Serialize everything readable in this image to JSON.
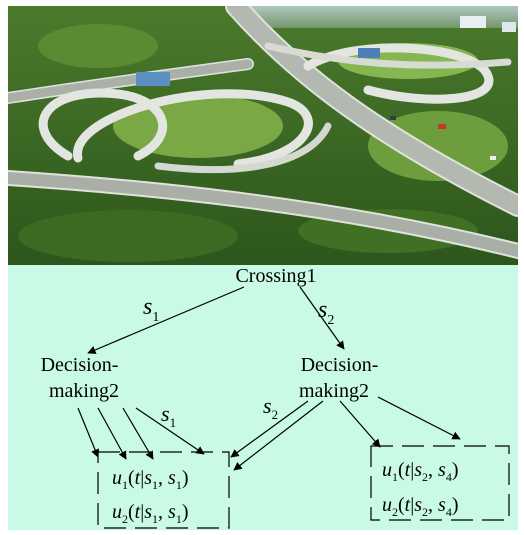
{
  "tree": {
    "root": "Crossing1",
    "edge_labels": {
      "left": {
        "base": "s",
        "sub": "1"
      },
      "right": {
        "base": "s",
        "sub": "2"
      },
      "inner_left": {
        "base": "s",
        "sub": "1"
      },
      "inner_right": {
        "base": "s",
        "sub": "2"
      }
    },
    "nodes": {
      "left": {
        "line1": "Decision-",
        "line2": "making2"
      },
      "right": {
        "line1": "Decision-",
        "line2": "making2"
      }
    },
    "boxes": {
      "left": {
        "row1": {
          "fn": "u",
          "fn_sub": "1",
          "t": "t",
          "a": "s",
          "a_sub": "1",
          "b": "s",
          "b_sub": "1"
        },
        "row2": {
          "fn": "u",
          "fn_sub": "2",
          "t": "t",
          "a": "s",
          "a_sub": "1",
          "b": "s",
          "b_sub": "1"
        }
      },
      "right": {
        "row1": {
          "fn": "u",
          "fn_sub": "1",
          "t": "t",
          "a": "s",
          "a_sub": "2",
          "b": "s",
          "b_sub": "4"
        },
        "row2": {
          "fn": "u",
          "fn_sub": "2",
          "t": "t",
          "a": "s",
          "a_sub": "2",
          "b": "s",
          "b_sub": "4"
        }
      }
    }
  },
  "colors": {
    "diagram_bg": "#c8fae6",
    "ink": "#000000",
    "sky": "#bfd6ea",
    "forest_dark": "#2f5a1e",
    "forest": "#4e7e2c",
    "grass_light": "#7fae4a",
    "road": "#b8bdb6",
    "road_edge": "#e8ece6"
  }
}
